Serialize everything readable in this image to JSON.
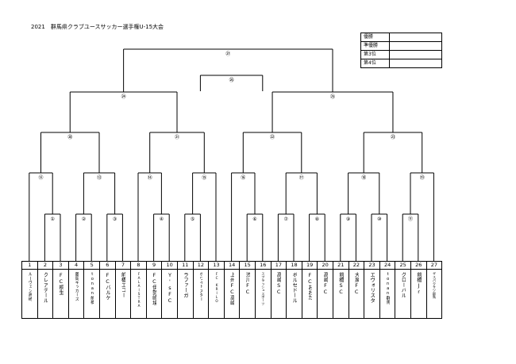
{
  "title": "2021　群馬県クラブユースサッカー選手権U-15大会",
  "results": [
    {
      "label": "優勝",
      "value": ""
    },
    {
      "label": "準優勝",
      "value": ""
    },
    {
      "label": "第3位",
      "value": ""
    },
    {
      "label": "第4位",
      "value": ""
    }
  ],
  "matches": [
    "①",
    "②",
    "③",
    "④",
    "⑤",
    "⑥",
    "⑦",
    "⑧",
    "⑨",
    "⑩",
    "⑪",
    "⑫",
    "⑬",
    "⑭",
    "⑮",
    "⑯",
    "⑰",
    "⑱",
    "⑲",
    "⑳",
    "㉑",
    "㉒",
    "㉓",
    "㉔",
    "㉕",
    "㉖",
    "㉗"
  ],
  "teams": [
    {
      "no": "1",
      "name": "ルーヴェン高崎",
      "size": "m"
    },
    {
      "no": "2",
      "name": "クレアデール",
      "size": ""
    },
    {
      "no": "3",
      "name": "FC桐生",
      "size": ""
    },
    {
      "no": "4",
      "name": "藤岡キッカーズ",
      "size": "m"
    },
    {
      "no": "5",
      "name": "tonan前橋",
      "size": "m"
    },
    {
      "no": "6",
      "name": "FCバルケ",
      "size": ""
    },
    {
      "no": "7",
      "name": "前橋エコー",
      "size": ""
    },
    {
      "no": "8",
      "name": "FALAISTRA",
      "size": "s"
    },
    {
      "no": "9",
      "name": "FC伊勢崎境",
      "size": ""
    },
    {
      "no": "10",
      "name": "Y'sFC",
      "size": ""
    },
    {
      "no": "11",
      "name": "ラファーガ",
      "size": ""
    },
    {
      "no": "12",
      "name": "ホワイトスター",
      "size": "m"
    },
    {
      "no": "13",
      "name": "FC　KRILO",
      "size": "s"
    },
    {
      "no": "14",
      "name": "上州FC高崎",
      "size": ""
    },
    {
      "no": "15",
      "name": "渋川FC",
      "size": ""
    },
    {
      "no": "16",
      "name": "スプラッシュスポーツ",
      "size": "s"
    },
    {
      "no": "17",
      "name": "高崎SC",
      "size": ""
    },
    {
      "no": "18",
      "name": "ボルセドール",
      "size": ""
    },
    {
      "no": "19",
      "name": "FCおおた",
      "size": ""
    },
    {
      "no": "20",
      "name": "高崎FC",
      "size": ""
    },
    {
      "no": "21",
      "name": "前橋SC",
      "size": ""
    },
    {
      "no": "22",
      "name": "大泉FC",
      "size": ""
    },
    {
      "no": "23",
      "name": "エヴォリスタ",
      "size": ""
    },
    {
      "no": "24",
      "name": "tonan群馬",
      "size": "m"
    },
    {
      "no": "25",
      "name": "グローバル",
      "size": ""
    },
    {
      "no": "26",
      "name": "前橋Jr",
      "size": ""
    },
    {
      "no": "27",
      "name": "ザスパクサツ群馬",
      "size": "s"
    }
  ]
}
